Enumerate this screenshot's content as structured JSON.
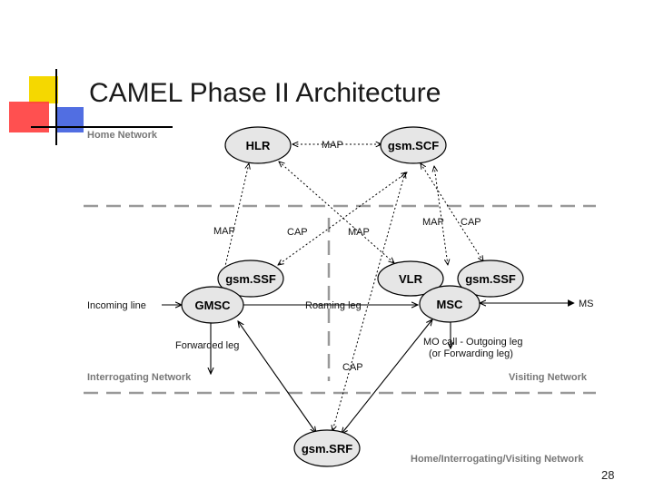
{
  "slide": {
    "title": "CAMEL Phase II Architecture",
    "page_number": "28"
  },
  "regions": {
    "home": "Home Network",
    "interrogating": "Interrogating Network",
    "visiting": "Visiting Network",
    "bottom": "Home/Interrogating/Visiting Network"
  },
  "nodes": {
    "hlr": "HLR",
    "gsmscf": "gsm.SCF",
    "gsmssf_left": "gsm.SSF",
    "gmsc": "GMSC",
    "vlr": "VLR",
    "gsmssf_right": "gsm.SSF",
    "msc": "MSC",
    "gsmsrf": "gsm.SRF"
  },
  "labels": {
    "map_top": "MAP",
    "map_left": "MAP",
    "cap_center": "CAP",
    "map_center": "MAP",
    "map_right": "MAP",
    "cap_right": "CAP",
    "incoming_line": "Incoming line",
    "roaming_leg": "Roaming leg",
    "ms": "MS",
    "forwarded_leg": "Forwarded leg",
    "mo_call_line1": "MO call - Outgoing leg",
    "mo_call_line2": "(or Forwarding leg)",
    "cap_bottom": "CAP"
  },
  "colors": {
    "node_fill": "#e6e6e6",
    "logo_yellow": "#f5d800",
    "logo_red": "#ff3d3d",
    "logo_blue": "#3355dd"
  }
}
